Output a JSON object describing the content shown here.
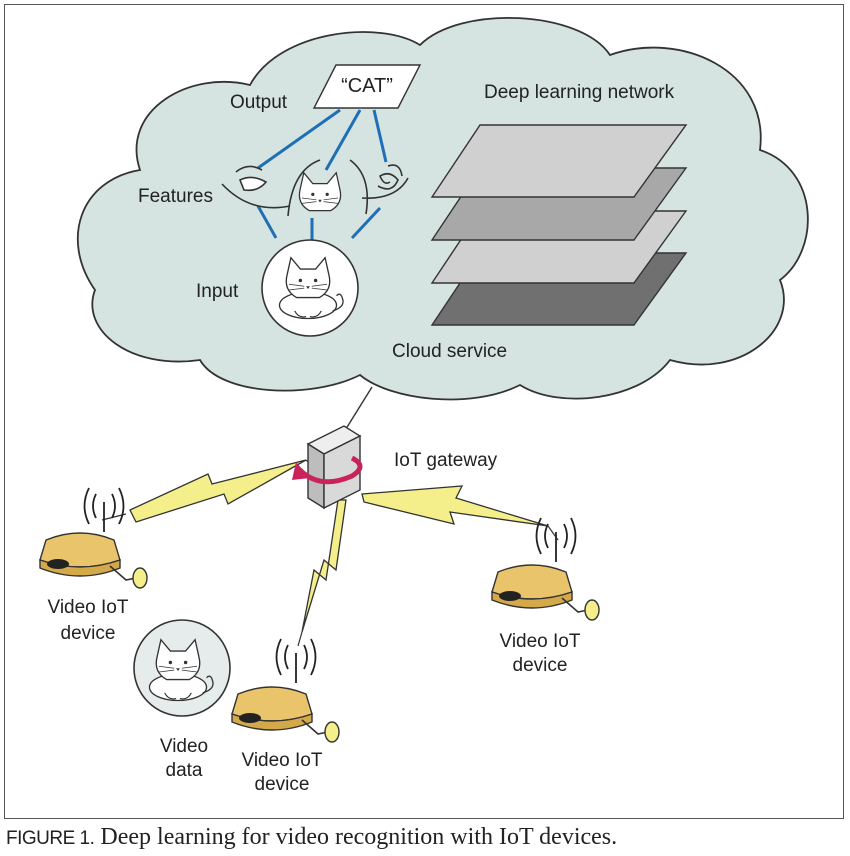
{
  "colors": {
    "cloud_fill": "#d5e4e1",
    "link_blue": "#1f6fb5",
    "bolt_yellow": "#f4ef8a",
    "camera_gold": "#e9c46a",
    "layer_light": "#d0d0d0",
    "layer_mid": "#a8a8a8",
    "layer_dark": "#707070",
    "gateway_arrow": "#c8245a"
  },
  "cloud": {
    "output_label": "Output",
    "output_box": "“CAT”",
    "features_label": "Features",
    "input_label": "Input",
    "network_label": "Deep learning network",
    "service_label": "Cloud service"
  },
  "gateway": {
    "label": "IoT gateway"
  },
  "devices": [
    {
      "label_line1": "Video IoT",
      "label_line2": "device"
    },
    {
      "label_line1": "Video IoT",
      "label_line2": "device"
    },
    {
      "label_line1": "Video IoT",
      "label_line2": "device"
    }
  ],
  "video_data": {
    "line1": "Video",
    "line2": "data"
  },
  "caption": {
    "figure_number": "FIGURE 1.",
    "text": " Deep learning for video recognition with IoT devices."
  }
}
